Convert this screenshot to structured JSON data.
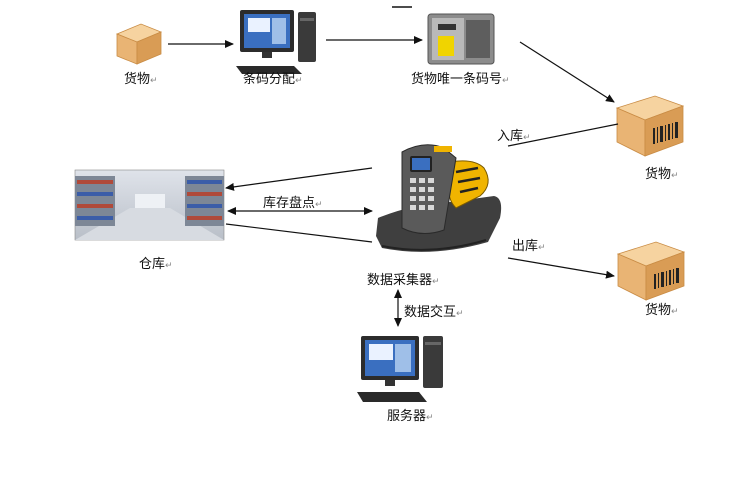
{
  "nodes": {
    "goods_source": {
      "label": "货物"
    },
    "barcode_assign": {
      "label": "条码分配"
    },
    "unique_barcode": {
      "label": "货物唯一条码号"
    },
    "goods_in": {
      "label": "货物"
    },
    "goods_out": {
      "label": "货物"
    },
    "warehouse": {
      "label": "仓库"
    },
    "collector": {
      "label": "数据采集器"
    },
    "server": {
      "label": "服务器"
    }
  },
  "edges": {
    "inbound": {
      "label": "入库"
    },
    "outbound": {
      "label": "出库"
    },
    "inventory": {
      "label": "库存盘点"
    },
    "exchange": {
      "label": "数据交互"
    }
  },
  "return_mark": "↵",
  "colors": {
    "box": "#f2c48a",
    "box_dark": "#d99c55",
    "scanner_body": "#4a4a4a",
    "scanner_accent": "#f0b400",
    "screen": "#3a6fc0",
    "warehouse_floor": "#c8ccd2"
  }
}
